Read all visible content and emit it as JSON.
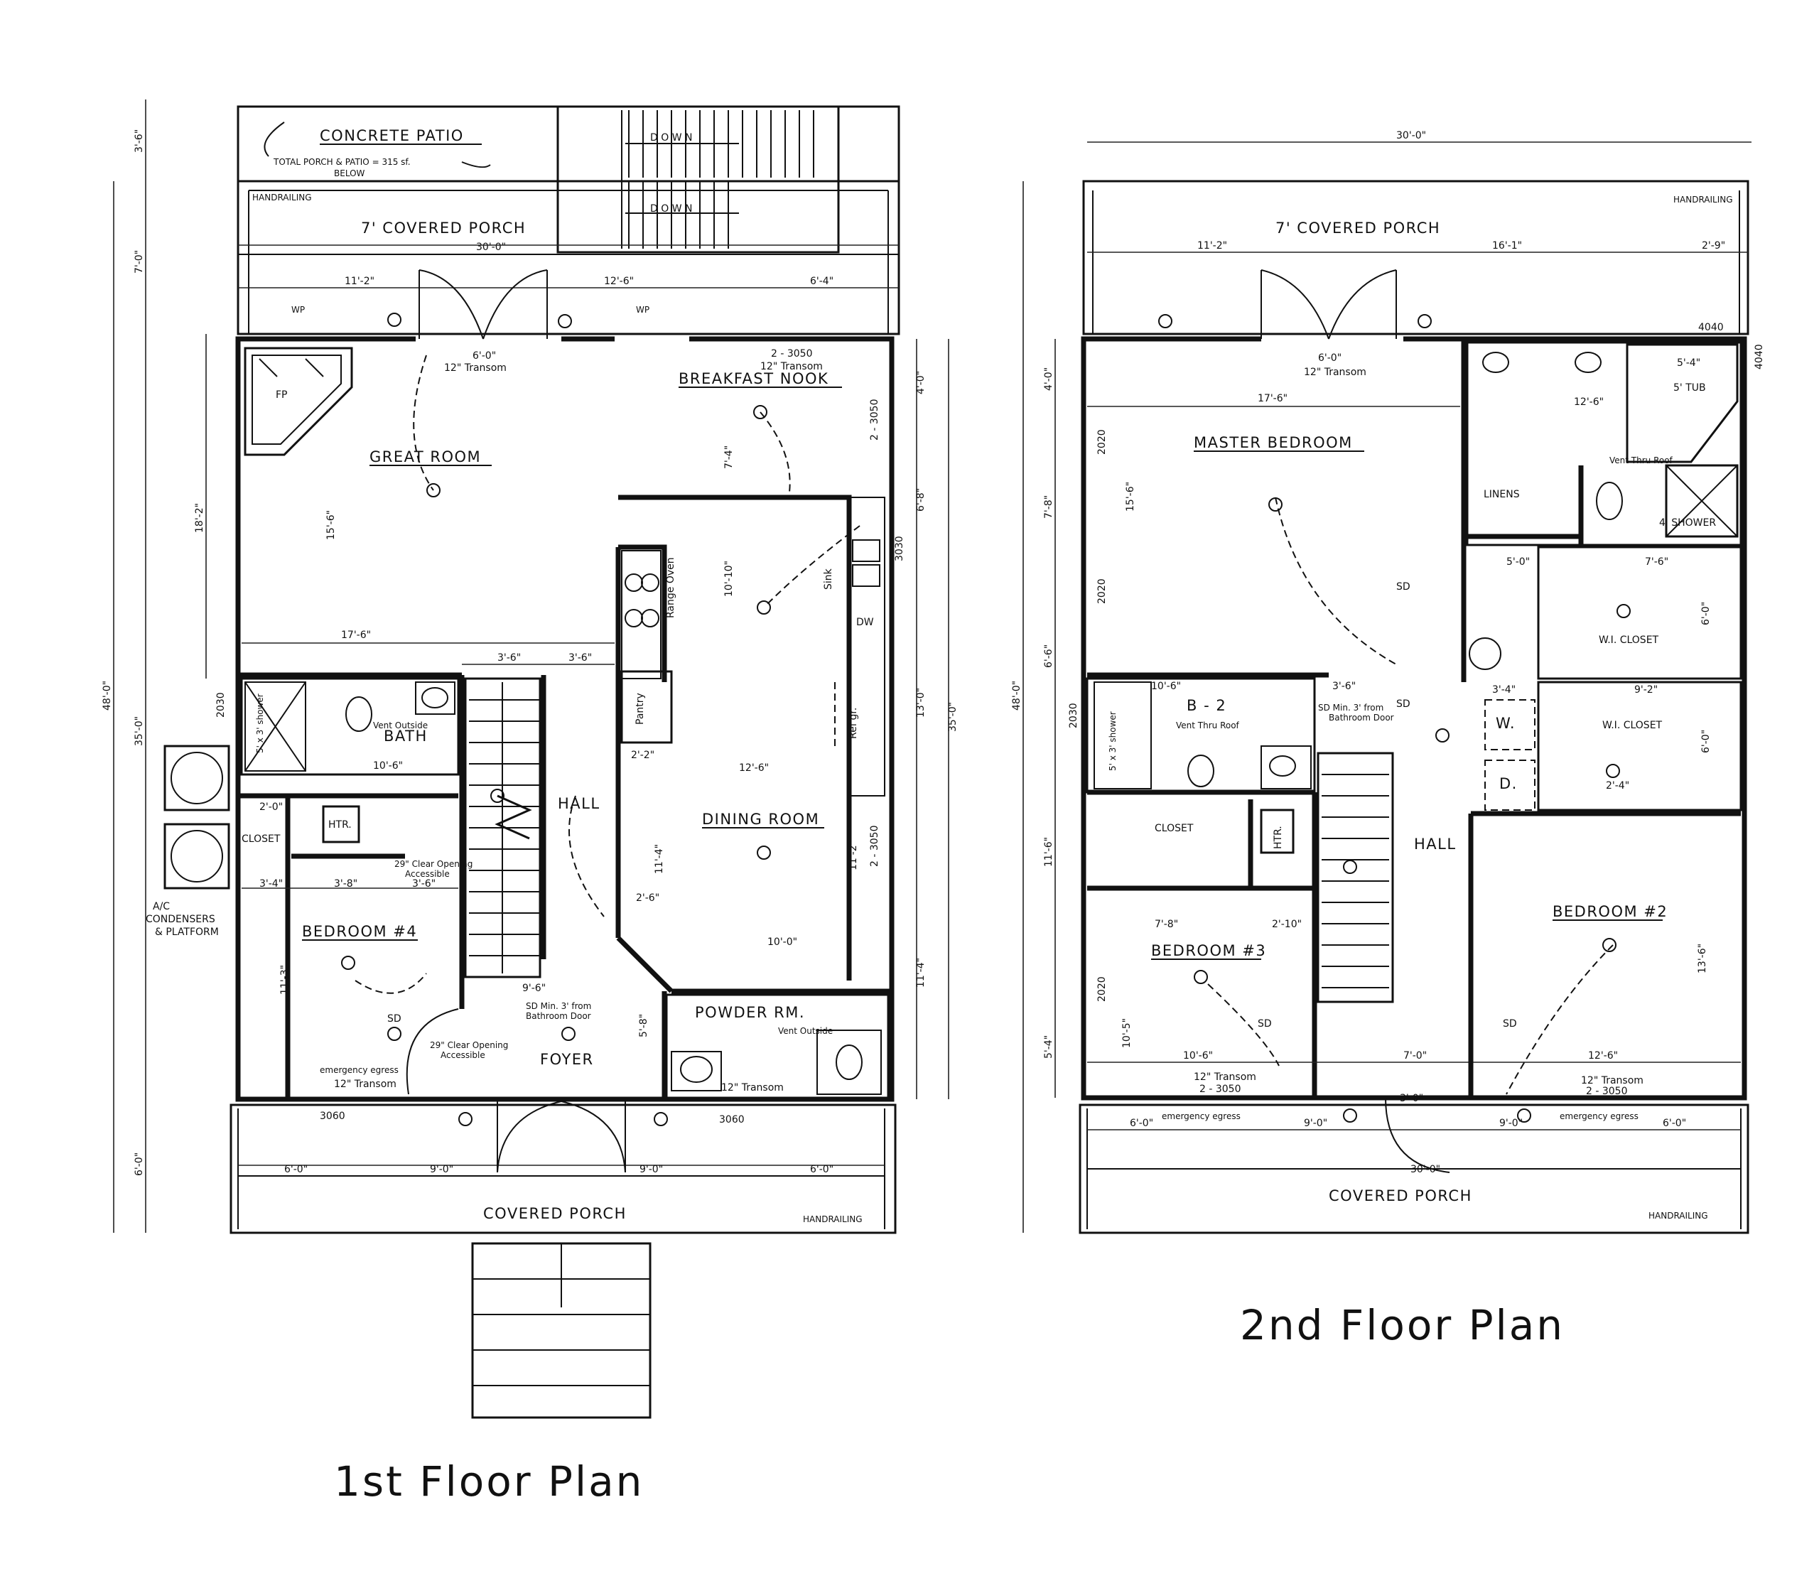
{
  "first_floor": {
    "title": "1st Floor Plan",
    "patio": {
      "label": "CONCRETE PATIO",
      "note_1": "TOTAL PORCH & PATIO = 315 sf.",
      "note_2": "BELOW"
    },
    "back_porch": {
      "label": "7' COVERED PORCH",
      "handrail": "HANDRAILING",
      "width": "30'-0\""
    },
    "stairs_down_1": "D O W N",
    "stairs_down_2": "D O W N",
    "rooms": {
      "great_room": "GREAT ROOM",
      "breakfast_nook": "BREAKFAST NOOK",
      "fireplace": "FP",
      "bath": "BATH",
      "closet": "CLOSET",
      "heater": "HTR.",
      "hall": "HALL",
      "dining_room": "DINING ROOM",
      "bedroom_4": "BEDROOM #4",
      "foyer": "FOYER",
      "powder_room": "POWDER RM.",
      "pantry": "Pantry",
      "range_oven": "Range Oven",
      "sink": "Sink",
      "dw": "DW",
      "ref": "Ref'gr.",
      "front_porch": "COVERED PORCH",
      "handrail": "HANDRAILING",
      "shower": "5' x 3' shower",
      "ac": [
        "A/C",
        "CONDENSERS",
        "& PLATFORM"
      ]
    },
    "notes": {
      "transom_6": "6'-0\"",
      "transom_12": "12\" Transom",
      "win_3050": "2 - 3050",
      "vent_outside": "Vent Outside",
      "clear_opening_1": "29\" Clear Opening",
      "clear_opening_2": "Accessible",
      "sd_note_1": "SD Min. 3' from",
      "sd_note_2": "Bathroom Door",
      "sd": "SD",
      "emergency": "emergency egress",
      "transom_front_l": "12\" Transom",
      "transom_front_r": "12\" Transom",
      "w3060_l": "3060",
      "w3060_r": "3060",
      "wp_1": "WP",
      "wp_2": "WP",
      "vent_outside_2": "Vent Outside",
      "w2030": "2030",
      "w3030": "3030",
      "w2_3050_right": "2 - 3050",
      "w2_3050_right2": "2 - 3050"
    },
    "dims": {
      "d_35": "3'-6\"",
      "d_7": "7'-0\"",
      "d_18_2": "18'-2\"",
      "d_48": "48'-0\"",
      "d_35_0": "35'-0\"",
      "d_6": "6'-0\"",
      "d_11_2": "11'-2\"",
      "d_12_6": "12'-6\"",
      "d_6_4": "6'-4\"",
      "d_17_6": "17'-6\"",
      "d_15_6": "15'-6\"",
      "d_7_4": "7'-4\"",
      "d_10_10": "10'-10\"",
      "d_3_6a": "3'-6\"",
      "d_3_6b": "3'-6\"",
      "d_10_6": "10'-6\"",
      "d_12_6b": "12'-6\"",
      "d_11_4": "11'-4\"",
      "d_11_2b": "11'-2\"",
      "d_10_0": "10'-0\"",
      "d_9_6": "9'-6\"",
      "d_2_6": "2'-6\"",
      "d_3_8": "3'-8\"",
      "d_3_4": "3'-4\"",
      "d_11_3": "11'-3\"",
      "d_4_0": "4'-0\"",
      "d_6_8": "6'-8\"",
      "d_13_0": "13'-0\"",
      "d_35_0b": "35'-0\"",
      "d_11_4b": "11'-4\"",
      "d_6_0b": "6'-0\"",
      "d_9_0": "9'-0\"",
      "d_9_0b": "9'-0\"",
      "d_6_0c": "6'-0\"",
      "d_2_2": "2'-2\"",
      "d_2_0": "2'-0\"",
      "d_5_8": "5'-8\"",
      "d_3_6c": "3'-6\""
    }
  },
  "second_floor": {
    "title": "2nd Floor Plan",
    "back_porch": {
      "label": "7' COVERED PORCH",
      "handrail": "HANDRAILING",
      "width": "30'-0\""
    },
    "rooms": {
      "master_bedroom": "MASTER BEDROOM",
      "tub": "5' TUB",
      "linens": "LINENS",
      "shower": "4' SHOWER",
      "wi_closet_1": "W.I. CLOSET",
      "wi_closet_2": "W.I. CLOSET",
      "b2": "B - 2",
      "washer": "W.",
      "dryer": "D.",
      "closet": "CLOSET",
      "heater": "HTR.",
      "hall": "HALL",
      "bedroom_3": "BEDROOM #3",
      "bedroom_2": "BEDROOM #2",
      "front_porch": "COVERED PORCH",
      "handrail": "HANDRAILING",
      "shower_small": "5' x 3' shower"
    },
    "notes": {
      "transom_6": "6'-0\"",
      "transom_12": "12\" Transom",
      "vent_thru_roof_1": "Vent Thru Roof",
      "vent_thru_roof_2": "Vent Thru Roof",
      "sd_note_1": "SD Min. 3' from",
      "sd_note_2": "Bathroom Door",
      "sd": "SD",
      "emergency_l": "emergency egress",
      "emergency_r": "emergency egress",
      "transom_l": "12\" Transom",
      "win_l": "2 - 3050",
      "transom_r": "12\" Transom",
      "win_r": "2 - 3050",
      "w4040_a": "4040",
      "w4040_b": "4040",
      "w2020_a": "2020",
      "w2020_b": "2020",
      "w2030": "2030",
      "w2020_c": "2020"
    },
    "dims": {
      "d_30": "30'-0\"",
      "d_11_2": "11'-2\"",
      "d_16_1": "16'-1\"",
      "d_2_9": "2'-9\"",
      "d_17_6": "17'-6\"",
      "d_5_4": "5'-4\"",
      "d_12_6": "12'-6\"",
      "d_4_0": "4'-0\"",
      "d_7_8": "7'-8\"",
      "d_6_6": "6'-6\"",
      "d_11_6": "11'-6\"",
      "d_5_4b": "5'-4\"",
      "d_48": "48'-0\"",
      "d_15_6": "15'-6\"",
      "d_10_6": "10'-6\"",
      "d_3_6": "3'-6\"",
      "d_3_4": "3'-4\"",
      "d_9_2": "9'-2\"",
      "d_5_0": "5'-0\"",
      "d_7_6": "7'-6\"",
      "d_7_8b": "7'-8\"",
      "d_2_10": "2'-10\"",
      "d_10_6b": "10'-6\"",
      "d_7_0": "7'-0\"",
      "d_12_6b": "12'-6\"",
      "d_13_6": "13'-6\"",
      "d_10_5": "10'-5\"",
      "d_6_0a": "6'-0\"",
      "d_9_0a": "9'-0\"",
      "d_9_0b": "9'-0\"",
      "d_6_0b": "6'-0\"",
      "d_30_b": "30'-0\"",
      "d_3_0": "3'-0\"",
      "d_2_4": "2'-4\"",
      "d_6_0c": "6'-0\"",
      "d_6_0d": "6'-0\""
    }
  }
}
